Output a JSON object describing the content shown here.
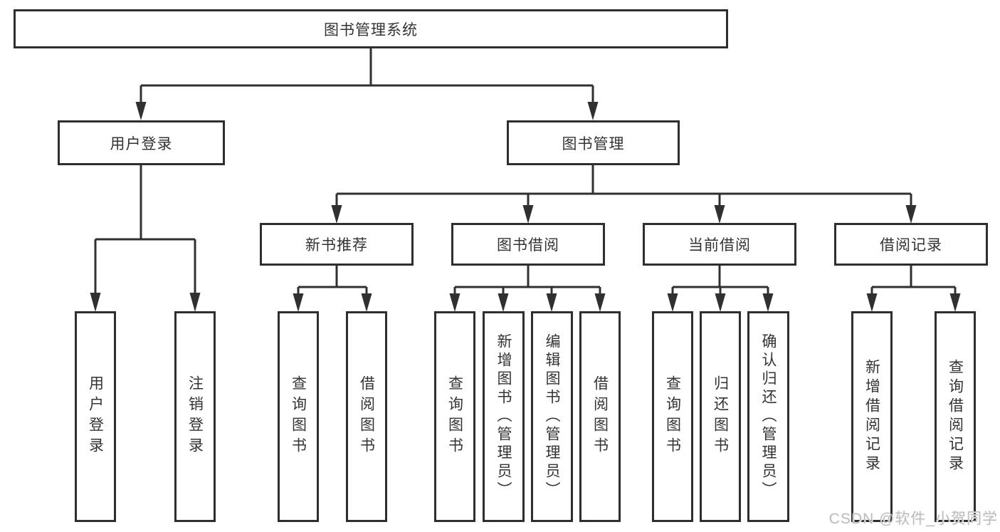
{
  "colors": {
    "line": "#303030",
    "box_border": "#2e2e2e",
    "text": "#333333",
    "watermark_text": "#bdbdbd",
    "background": "#ffffff"
  },
  "watermark": "CSDN @软件_小贺同学",
  "tree": {
    "root": {
      "label": "图书管理系统"
    },
    "branches": [
      {
        "label": "用户登录",
        "leaves": [
          {
            "label": "用户登录"
          },
          {
            "label": "注销登录"
          }
        ]
      },
      {
        "label": "图书管理",
        "groups": [
          {
            "label": "新书推荐",
            "leaves": [
              {
                "label": "查询图书"
              },
              {
                "label": "借阅图书"
              }
            ]
          },
          {
            "label": "图书借阅",
            "leaves": [
              {
                "label": "查询图书"
              },
              {
                "label": "新增图书（管理员）"
              },
              {
                "label": "编辑图书（管理员）"
              },
              {
                "label": "借阅图书"
              }
            ]
          },
          {
            "label": "当前借阅",
            "leaves": [
              {
                "label": "查询图书"
              },
              {
                "label": "归还图书"
              },
              {
                "label": "确认归还（管理员）"
              }
            ]
          },
          {
            "label": "借阅记录",
            "leaves": [
              {
                "label": "新增借阅记录"
              },
              {
                "label": "查询借阅记录"
              }
            ]
          }
        ]
      }
    ]
  }
}
